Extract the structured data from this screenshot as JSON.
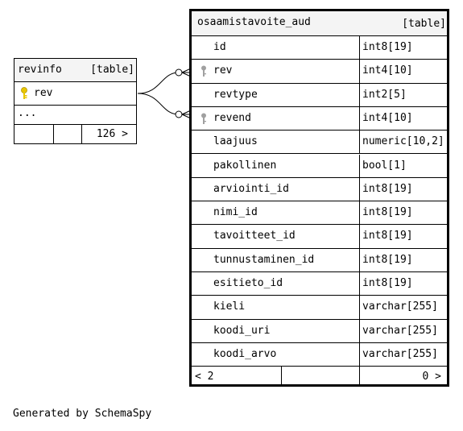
{
  "tables": {
    "revinfo": {
      "name": "revinfo",
      "kind": "[table]",
      "columns": [
        {
          "name": "rev",
          "key": "primary"
        }
      ],
      "ellipsis": "...",
      "footer": {
        "parents": "",
        "children": "",
        "count": "126 >"
      }
    },
    "osaamistavoite_aud": {
      "name": "osaamistavoite_aud",
      "kind": "[table]",
      "columns": [
        {
          "name": "id",
          "type": "int8[19]",
          "key": ""
        },
        {
          "name": "rev",
          "type": "int4[10]",
          "key": "foreign"
        },
        {
          "name": "revtype",
          "type": "int2[5]",
          "key": ""
        },
        {
          "name": "revend",
          "type": "int4[10]",
          "key": "foreign"
        },
        {
          "name": "laajuus",
          "type": "numeric[10,2]",
          "key": ""
        },
        {
          "name": "pakollinen",
          "type": "bool[1]",
          "key": ""
        },
        {
          "name": "arviointi_id",
          "type": "int8[19]",
          "key": ""
        },
        {
          "name": "nimi_id",
          "type": "int8[19]",
          "key": ""
        },
        {
          "name": "tavoitteet_id",
          "type": "int8[19]",
          "key": ""
        },
        {
          "name": "tunnustaminen_id",
          "type": "int8[19]",
          "key": ""
        },
        {
          "name": "esitieto_id",
          "type": "int8[19]",
          "key": ""
        },
        {
          "name": "kieli",
          "type": "varchar[255]",
          "key": ""
        },
        {
          "name": "koodi_uri",
          "type": "varchar[255]",
          "key": ""
        },
        {
          "name": "koodi_arvo",
          "type": "varchar[255]",
          "key": ""
        }
      ],
      "footer": {
        "parents": "< 2",
        "children": "0 >"
      }
    }
  },
  "relationships": [
    {
      "from": "revinfo.rev",
      "to": "osaamistavoite_aud.rev"
    },
    {
      "from": "revinfo.rev",
      "to": "osaamistavoite_aud.revend"
    }
  ],
  "icons": {
    "primary_key": "key-icon-gold",
    "foreign_key": "key-icon-gray"
  },
  "colors": {
    "header_bg": "#f4f4f4",
    "primary_key": "#e8c600",
    "foreign_key": "#a0a0a0",
    "border": "#000000"
  },
  "generated_by": "Generated by SchemaSpy"
}
